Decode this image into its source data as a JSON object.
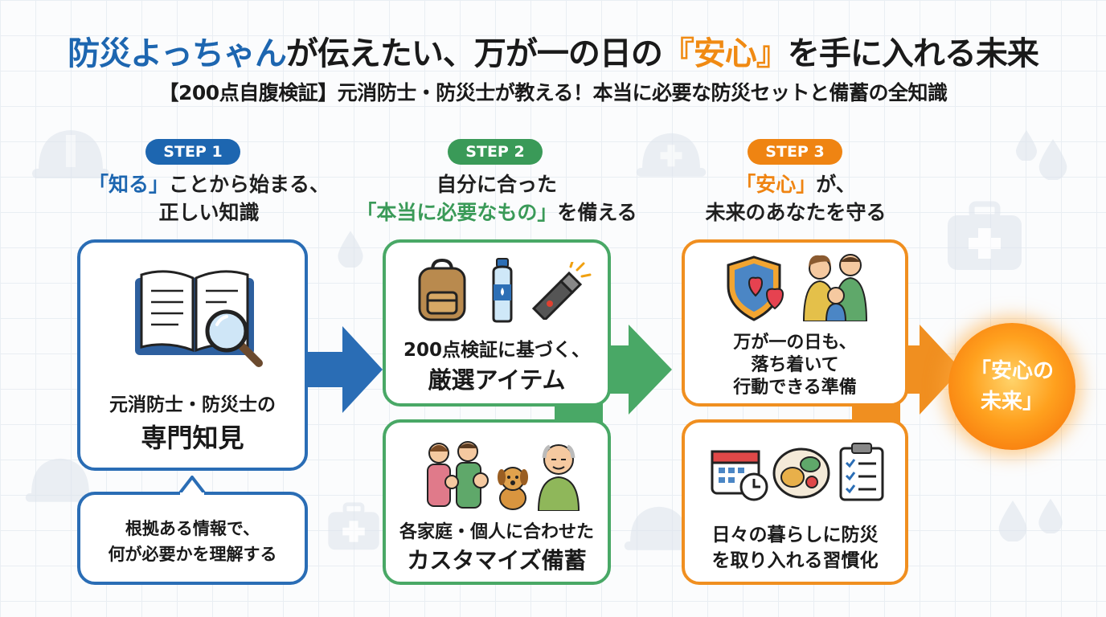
{
  "title": {
    "part1": "防災よっちゃん",
    "part2": "が伝えたい、万が一の日の",
    "part3": "『安心』",
    "part4": "を手に入れる未来"
  },
  "subtitle": "【200点自腹検証】元消防士・防災士が教える！本当に必要な防災セットと備蓄の全知識",
  "step1": {
    "label": "STEP 1",
    "heading_hl": "「知る」",
    "heading_rest": "ことから始まる、",
    "heading_line2": "正しい知識",
    "card_line1": "元消防士・防災士の",
    "card_line2": "専門知見",
    "note_line1": "根拠ある情報で、",
    "note_line2": "何が必要かを理解する"
  },
  "step2": {
    "label": "STEP 2",
    "heading_line1": "自分に合った",
    "heading_hl": "「本当に必要なもの」",
    "heading_rest": "を備える",
    "card1_line1": "200点検証に基づく、",
    "card1_line2": "厳選アイテム",
    "card2_line1": "各家庭・個人に合わせた",
    "card2_line2": "カスタマイズ備蓄"
  },
  "step3": {
    "label": "STEP 3",
    "heading_hl": "「安心」",
    "heading_rest": "が、",
    "heading_line2": "未来のあなたを守る",
    "card1_line1": "万が一の日も、",
    "card1_line2": "落ち着いて",
    "card1_line3": "行動できる準備",
    "card2_line1": "日々の暮らしに防災",
    "card2_line2": "を取り入れる習慣化"
  },
  "future": {
    "line1": "「安心の",
    "line2": "未来」"
  },
  "colors": {
    "blue": "#1d66b0",
    "green": "#3a9a58",
    "orange": "#ef8412"
  },
  "icons": [
    "open-book-icon",
    "magnifier-icon",
    "backpack-icon",
    "water-bottle-icon",
    "flashlight-icon",
    "shield-hearts-icon",
    "family-icon",
    "grandparent-icon",
    "dog-icon",
    "calendar-clock-icon",
    "meal-plate-icon",
    "checklist-icon",
    "helmet-icon",
    "first-aid-box-icon",
    "water-drop-icon"
  ]
}
